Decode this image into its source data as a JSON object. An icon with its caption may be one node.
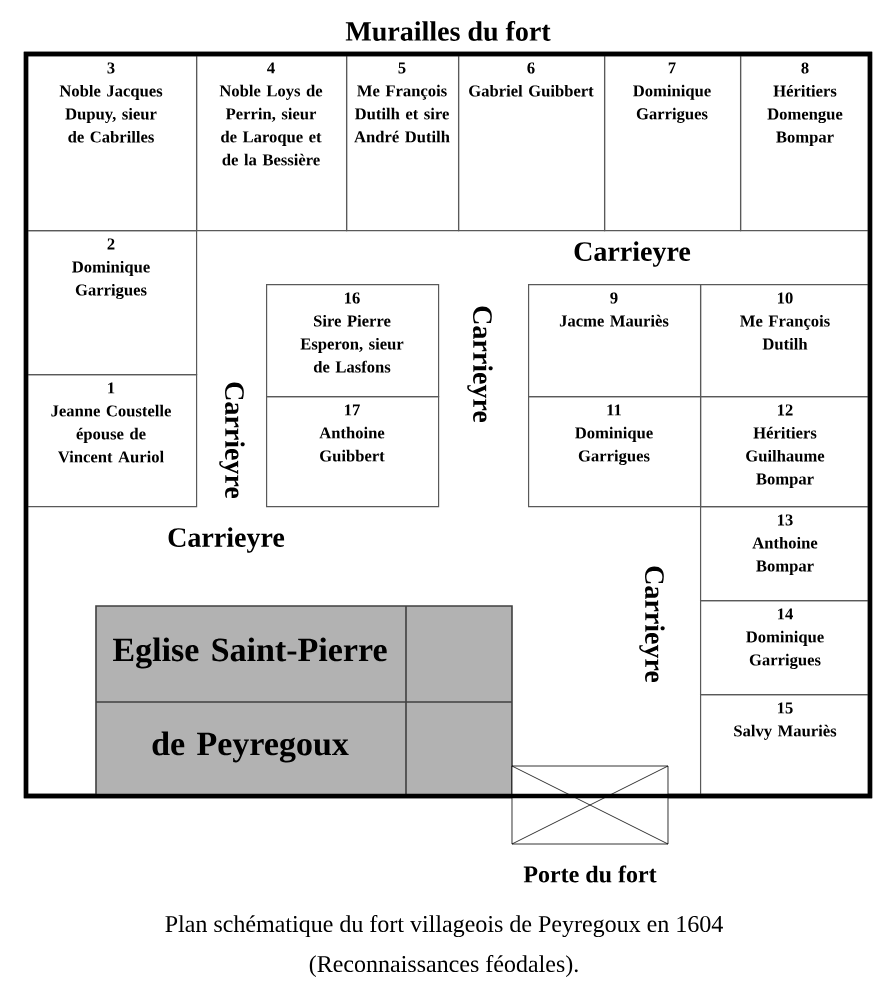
{
  "diagram": {
    "caption": "Plan schématique du fort villageois de Peyregoux en 1604 (Reconnaissances féodales).",
    "nodes": [
      {
        "text": [
          "Murailles du fort"
        ]
      },
      {
        "text": [
          "3",
          "Noble Jacques Dupuy, sieur de Cabrilles"
        ],
        "in": 0
      },
      {
        "text": [
          "4",
          "Noble Loys de Perrin, sieur de Laroque et de la Bessière"
        ],
        "in": 0
      },
      {
        "text": [
          "5",
          "Me François Dutilh et sire André Dutilh"
        ],
        "in": 0
      },
      {
        "text": [
          "6",
          "Gabriel Guibbert"
        ],
        "in": 0
      },
      {
        "text": [
          "7",
          "Dominique Garrigues"
        ],
        "in": 0
      },
      {
        "text": [
          "8",
          "Héritiers Domengue Bompar"
        ],
        "in": 0
      },
      {
        "text": [
          "2",
          "Dominique Garrigues"
        ],
        "in": 0
      },
      {
        "text": [
          "16",
          "Sire Pierre Esperon, sieur de Lasfons"
        ],
        "in": 0
      },
      {
        "text": [
          "9",
          "Jacme Mauriès"
        ],
        "in": 0
      },
      {
        "text": [
          "10",
          "Me François Dutilh"
        ],
        "in": 0
      },
      {
        "text": [
          "1",
          "Jeanne Coustelle épouse de Vincent Auriol"
        ],
        "in": 0
      },
      {
        "text": [
          "17",
          "Anthoine Guibbert"
        ],
        "in": 0
      },
      {
        "text": [
          "11",
          "Dominique Garrigues"
        ],
        "in": 0
      },
      {
        "text": [
          "12",
          "Héritiers Guilhaume Bompar"
        ],
        "in": 0
      },
      {
        "text": [
          "13",
          "Anthoine Bompar"
        ],
        "in": 0
      },
      {
        "text": [
          "14",
          "Dominique Garrigues"
        ],
        "in": 0
      },
      {
        "text": [
          "15",
          "Salvy Mauriès"
        ],
        "in": 0
      },
      {
        "text": [
          "Eglise Saint-Pierre de Peyregoux"
        ],
        "in": 0
      },
      {
        "text": [],
        "shape": "box",
        "beside": [
          "Porte du fort"
        ]
      }
    ],
    "labels": [
      "Carrieyre",
      "Carrieyre",
      "Carrieyre",
      "Carrieyre",
      "Carrieyre"
    ]
  }
}
